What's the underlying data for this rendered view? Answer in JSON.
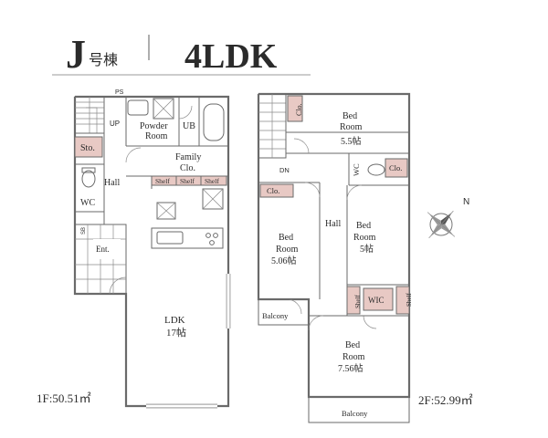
{
  "header": {
    "building_letter": "J",
    "building_suffix": "号棟",
    "layout_type": "4LDK"
  },
  "floor1": {
    "area_label": "1F:50.51㎡",
    "rooms": {
      "ldk": {
        "name": "LDK",
        "size": "17帖"
      },
      "powder_room": {
        "line1": "Powder",
        "line2": "Room"
      },
      "ub": "UB",
      "family_clo": {
        "line1": "Family",
        "line2": "Clo."
      },
      "hall": "Hall",
      "wc": "WC",
      "sto": "Sto.",
      "ent": "Ent.",
      "sb": "SB",
      "ps": "PS",
      "up": "UP",
      "shelf_1": "Shelf",
      "shelf_2": "Shelf",
      "shelf_3": "Shelf"
    }
  },
  "floor2": {
    "area_label": "2F:52.99㎡",
    "rooms": {
      "bed_a": {
        "line1": "Bed",
        "line2": "Room",
        "size": "5.5帖"
      },
      "bed_b": {
        "line1": "Bed",
        "line2": "Room",
        "size": "5.06帖"
      },
      "bed_c": {
        "line1": "Bed",
        "line2": "Room",
        "size": "5帖"
      },
      "bed_d": {
        "line1": "Bed",
        "line2": "Room",
        "size": "7.56帖"
      },
      "clo_top": "Clo.",
      "clo_mid": "Clo.",
      "clo_wc": "Clo.",
      "wc": "WC",
      "wic": "WIC",
      "shelf_l": "Shelf",
      "shelf_r": "Shelf",
      "hall": "Hall",
      "dn": "DN",
      "balcony_small": "Balcony",
      "balcony_large": "Balcony"
    }
  },
  "compass": {
    "north": "N"
  },
  "colors": {
    "wall": "#6a6a6a",
    "storage_fill": "#e8c9c4",
    "text": "#2b2b2b"
  }
}
